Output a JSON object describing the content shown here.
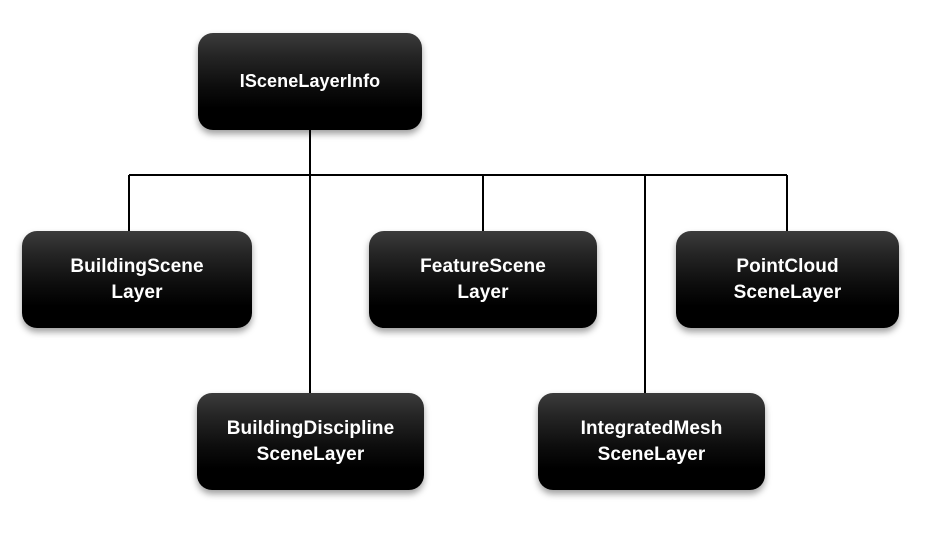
{
  "diagram": {
    "type": "class-hierarchy-tree",
    "background_color": "#ffffff",
    "node_fill_top": "#3c3c3c",
    "node_fill_bottom": "#000000",
    "node_text_color": "#ffffff",
    "connector_color": "#000000",
    "nodes": {
      "root": {
        "label": "ISceneLayerInfo",
        "level": 0
      },
      "building_scene_layer": {
        "label": "BuildingScene\nLayer",
        "level": 1
      },
      "feature_scene_layer": {
        "label": "FeatureScene\nLayer",
        "level": 1
      },
      "point_cloud_scene_layer": {
        "label": "PointCloud\nSceneLayer",
        "level": 1
      },
      "building_discipline_scene_layer": {
        "label": "BuildingDiscipline\nSceneLayer",
        "level": 2
      },
      "integrated_mesh_scene_layer": {
        "label": "IntegratedMesh\nSceneLayer",
        "level": 2
      }
    },
    "edges": [
      {
        "from": "root",
        "to": "building_scene_layer"
      },
      {
        "from": "root",
        "to": "feature_scene_layer"
      },
      {
        "from": "root",
        "to": "point_cloud_scene_layer"
      },
      {
        "from": "root",
        "to": "building_discipline_scene_layer"
      },
      {
        "from": "root",
        "to": "integrated_mesh_scene_layer"
      }
    ]
  }
}
